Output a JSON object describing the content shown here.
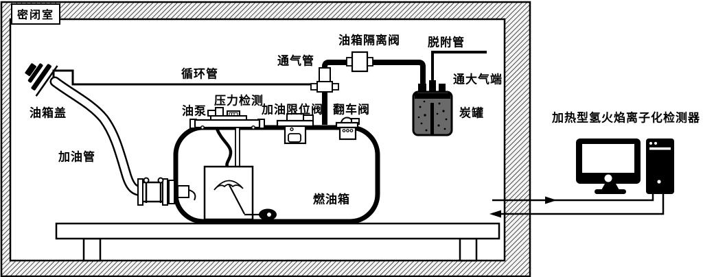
{
  "chamber": {
    "label": "密闭室"
  },
  "labels": {
    "circulation_pipe": "循环管",
    "vent_pipe": "通气管",
    "tank_isolation_valve": "油箱隔离阀",
    "desorption_pipe": "脱附管",
    "atmosphere_port": "通大气端",
    "fuel_cap": "油箱盖",
    "filler_pipe": "加油管",
    "fuel_pump": "油泵",
    "pressure_detection": "压力检测",
    "fill_limit_valve": "加油限位阀",
    "rollover_valve": "翻车阀",
    "carbon_canister": "炭罐",
    "fuel_tank": "燃油箱",
    "detector": "加热型氢火焰离子化检测器"
  },
  "colors": {
    "line": "#000000",
    "canister_fill": "#6a6a6a",
    "hatch_bg": "#f4f4f4"
  }
}
